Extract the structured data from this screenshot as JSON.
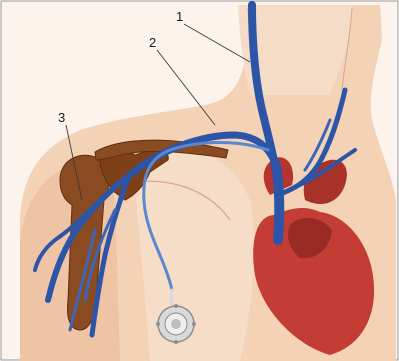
{
  "callouts": {
    "label_1": "1",
    "label_2": "2",
    "label_3": "3"
  },
  "colors": {
    "vein": "#2c55a8",
    "vein_light": "#5b86d0",
    "skin": "#f3d2b6",
    "skin_shadow": "#e6b796",
    "heart": "#c43d34",
    "heart_dark": "#8f2520",
    "bone": "#8a4a22",
    "port": "#d9d9d9",
    "frame": "#9a9a9a"
  },
  "icons": {
    "port": "implanted-port-icon"
  }
}
